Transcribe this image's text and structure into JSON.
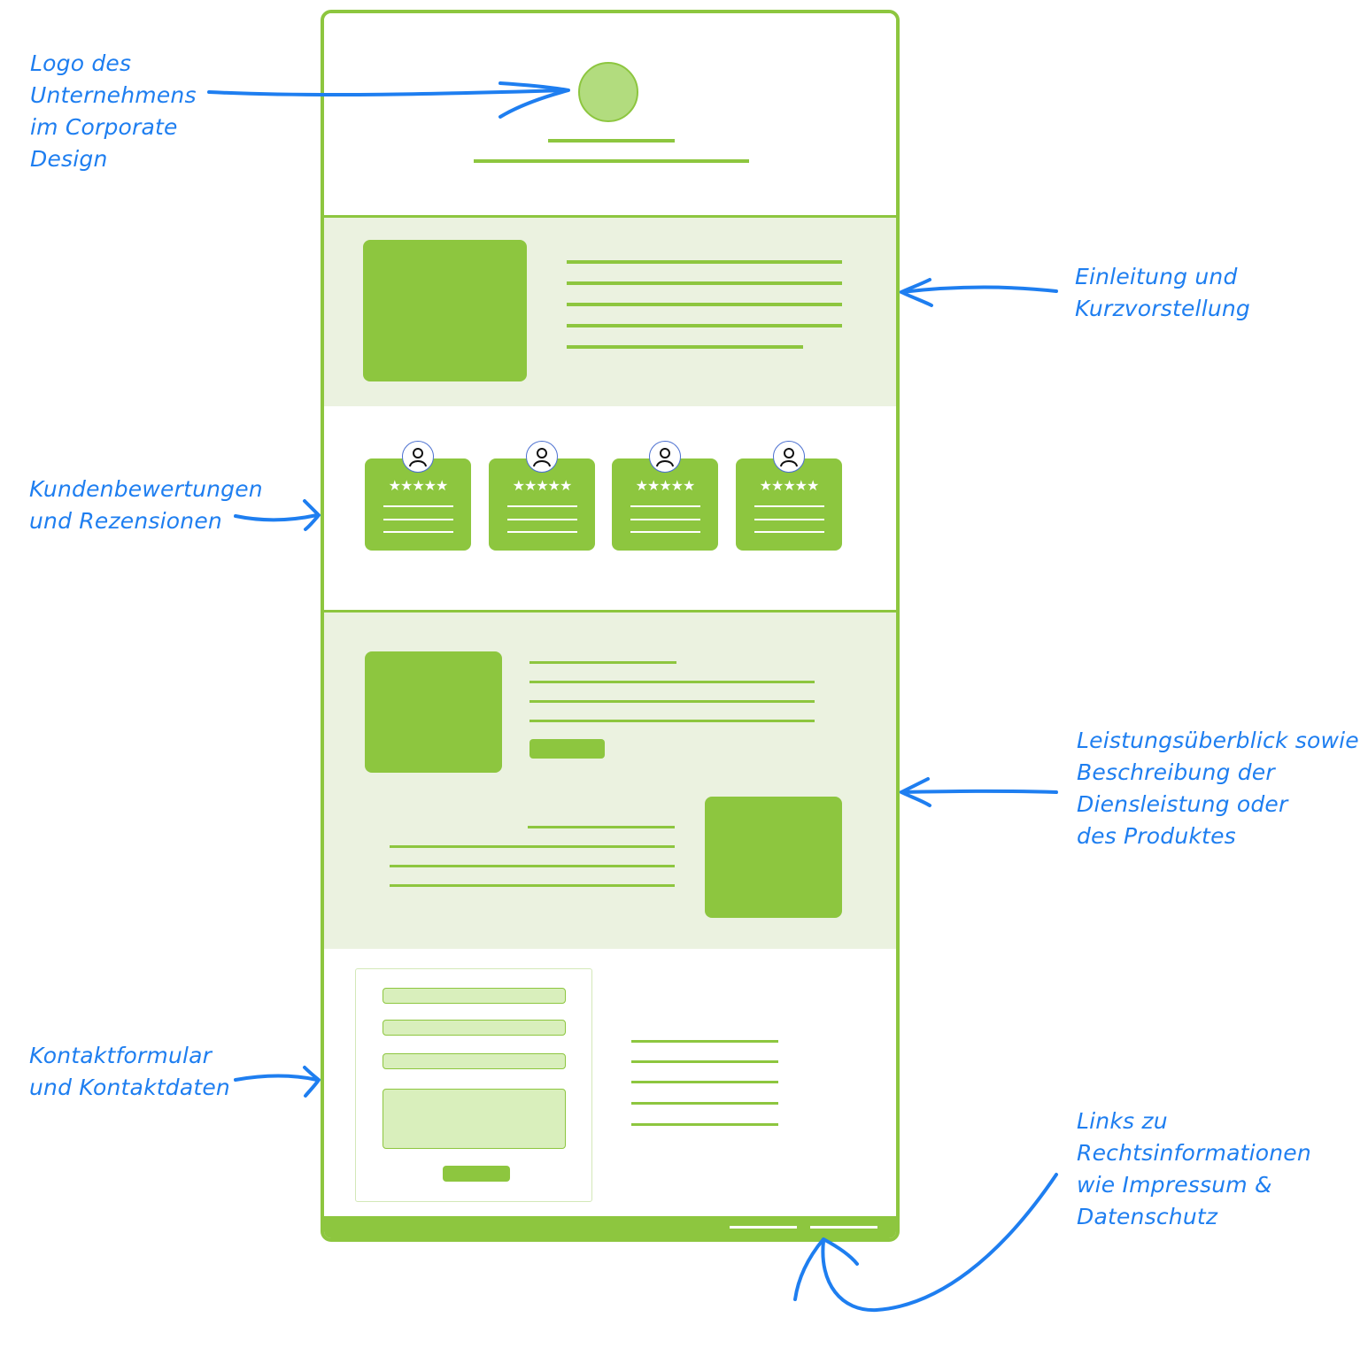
{
  "annotations": {
    "logo": [
      "Logo des",
      "Unternehmens",
      "im Corporate",
      "Design"
    ],
    "intro": [
      "Einleitung und",
      "Kurzvorstellung"
    ],
    "reviews": [
      "Kundenbewertungen",
      "und Rezensionen"
    ],
    "services": [
      "Leistungsüberblick sowie",
      "Beschreibung der",
      "Diensleistung oder",
      "des Produktes"
    ],
    "contact": [
      "Kontaktformular",
      "und Kontaktdaten"
    ],
    "legal": [
      "Links zu",
      "Rechtsinformationen",
      "wie Impressum &",
      "Datenschutz"
    ]
  },
  "review_cards": [
    {
      "stars": "★★★★★",
      "rating": 5
    },
    {
      "stars": "★★★★★",
      "rating": 5
    },
    {
      "stars": "★★★★★",
      "rating": 5
    },
    {
      "stars": "★★★★★",
      "rating": 5
    }
  ],
  "icons": {
    "logo": "logo-circle-icon",
    "avatar": "user-avatar-icon",
    "star": "star-icon",
    "arrow": "hand-drawn-arrow-icon"
  },
  "colors": {
    "accent_green": "#8dc63f",
    "light_green_bg": "#ebf2e0",
    "logo_fill": "#b2dc7e",
    "input_fill": "#d9efbc",
    "annotation_blue": "#1e7ef0"
  }
}
